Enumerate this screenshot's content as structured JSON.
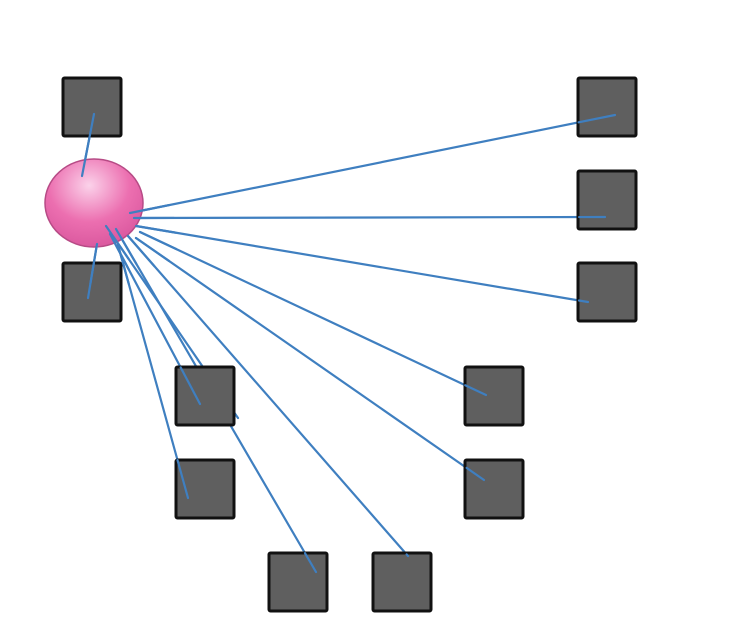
{
  "diagram": {
    "type": "hub-and-spoke network",
    "hub": {
      "shape": "ellipse",
      "fill": "#ec6fb0",
      "stroke": "#b74b86"
    },
    "node_style": {
      "shape": "square",
      "fill": "#5f5f5f",
      "stroke": "#111111"
    },
    "edge_color": "#3f7fc0",
    "nodes": [
      {
        "id": "n1"
      },
      {
        "id": "n2"
      },
      {
        "id": "n3"
      },
      {
        "id": "n4"
      },
      {
        "id": "n5"
      },
      {
        "id": "n6"
      },
      {
        "id": "n7"
      },
      {
        "id": "n8"
      },
      {
        "id": "n9"
      },
      {
        "id": "n10"
      },
      {
        "id": "n11"
      },
      {
        "id": "n12"
      }
    ],
    "edges": [
      {
        "from": "hub",
        "to": "n1"
      },
      {
        "from": "hub",
        "to": "n2"
      },
      {
        "from": "hub",
        "to": "n3"
      },
      {
        "from": "hub",
        "to": "n4"
      },
      {
        "from": "hub",
        "to": "n5"
      },
      {
        "from": "hub",
        "to": "n6"
      },
      {
        "from": "hub",
        "to": "n7"
      },
      {
        "from": "hub",
        "to": "n8"
      },
      {
        "from": "hub",
        "to": "n9"
      },
      {
        "from": "hub",
        "to": "n10"
      },
      {
        "from": "hub",
        "to": "n11"
      },
      {
        "from": "hub",
        "to": "n12"
      }
    ]
  }
}
